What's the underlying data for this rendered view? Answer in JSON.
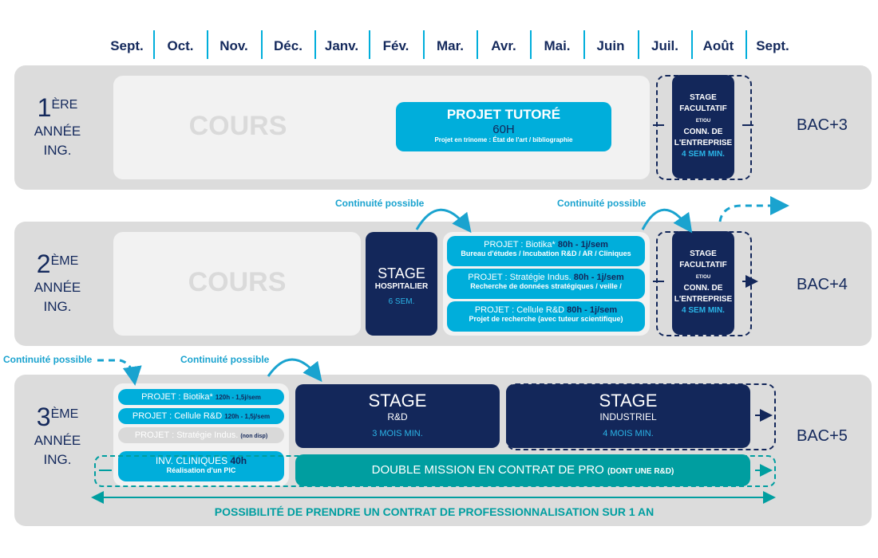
{
  "months": [
    "Sept.",
    "Oct.",
    "Nov.",
    "Déc.",
    "Janv.",
    "Fév.",
    "Mar.",
    "Avr.",
    "Mai.",
    "Juin",
    "Juil.",
    "Août",
    "Sept."
  ],
  "rows": [
    {
      "num": "1",
      "sup": "ÈRE",
      "l1": "ANNÉE",
      "l2": "ING.",
      "bac": "BAC+3",
      "cours": "COURS",
      "projet": {
        "title": "PROJET TUTORÉ",
        "hours": "60H",
        "desc": "Projet en trinome : État de l'art / bibliographie"
      }
    },
    {
      "num": "2",
      "sup": "ÈME",
      "l1": "ANNÉE",
      "l2": "ING.",
      "bac": "BAC+4",
      "cours": "COURS",
      "stage": {
        "title": "STAGE",
        "sub": "HOSPITALIER",
        "dur": "6 SEM."
      },
      "projets": [
        {
          "name": "PROJET : Biotika*",
          "hours": "80h - 1j/sem",
          "desc": "Bureau d'études / Incubation R&D / AR / Cliniques"
        },
        {
          "name": "PROJET : Stratégie Indus.",
          "hours": "80h - 1j/sem",
          "desc": "Recherche de données stratégiques / veille /"
        },
        {
          "name": "PROJET : Cellule R&D",
          "hours": "80h - 1j/sem",
          "desc": "Projet de recherche (avec tuteur scientifique)"
        }
      ]
    },
    {
      "num": "3",
      "sup": "ÈME",
      "l1": "ANNÉE",
      "l2": "ING.",
      "bac": "BAC+5",
      "projets": [
        {
          "name": "PROJET : Biotika*",
          "hours": "120h - 1,5j/sem"
        },
        {
          "name": "PROJET : Cellule R&D",
          "hours": "120h - 1,5j/sem"
        },
        {
          "name": "PROJET : Stratégie Indus.",
          "hours": "(non disp)"
        }
      ],
      "inv": {
        "name": "INV. CLINIQUES",
        "hours": "40h",
        "desc": "Réalisation d'un PIC"
      },
      "stage_rd": {
        "title": "STAGE",
        "sub": "R&D",
        "dur": "3 MOIS MIN."
      },
      "stage_ind": {
        "title": "STAGE",
        "sub": "INDUSTRIEL",
        "dur": "4 MOIS MIN."
      },
      "double": {
        "main": "DOUBLE MISSION EN CONTRAT DE PRO",
        "extra": "(DONT UNE R&D)"
      },
      "contrat": "POSSIBILITÉ DE PRENDRE UN CONTRAT DE PROFESSIONNALISATION SUR 1 AN"
    }
  ],
  "facultatif": {
    "l1": "STAGE",
    "l2": "FACULTATIF",
    "etou": "ET/OU",
    "l3": "CONN. DE",
    "l4": "L'ENTREPRISE",
    "dur": "4 SEM MIN."
  },
  "continuite": "Continuité possible",
  "colors": {
    "navy": "#13275a",
    "cyan": "#00aedb",
    "teal": "#009ea0",
    "gray": "#dcdcdc"
  }
}
